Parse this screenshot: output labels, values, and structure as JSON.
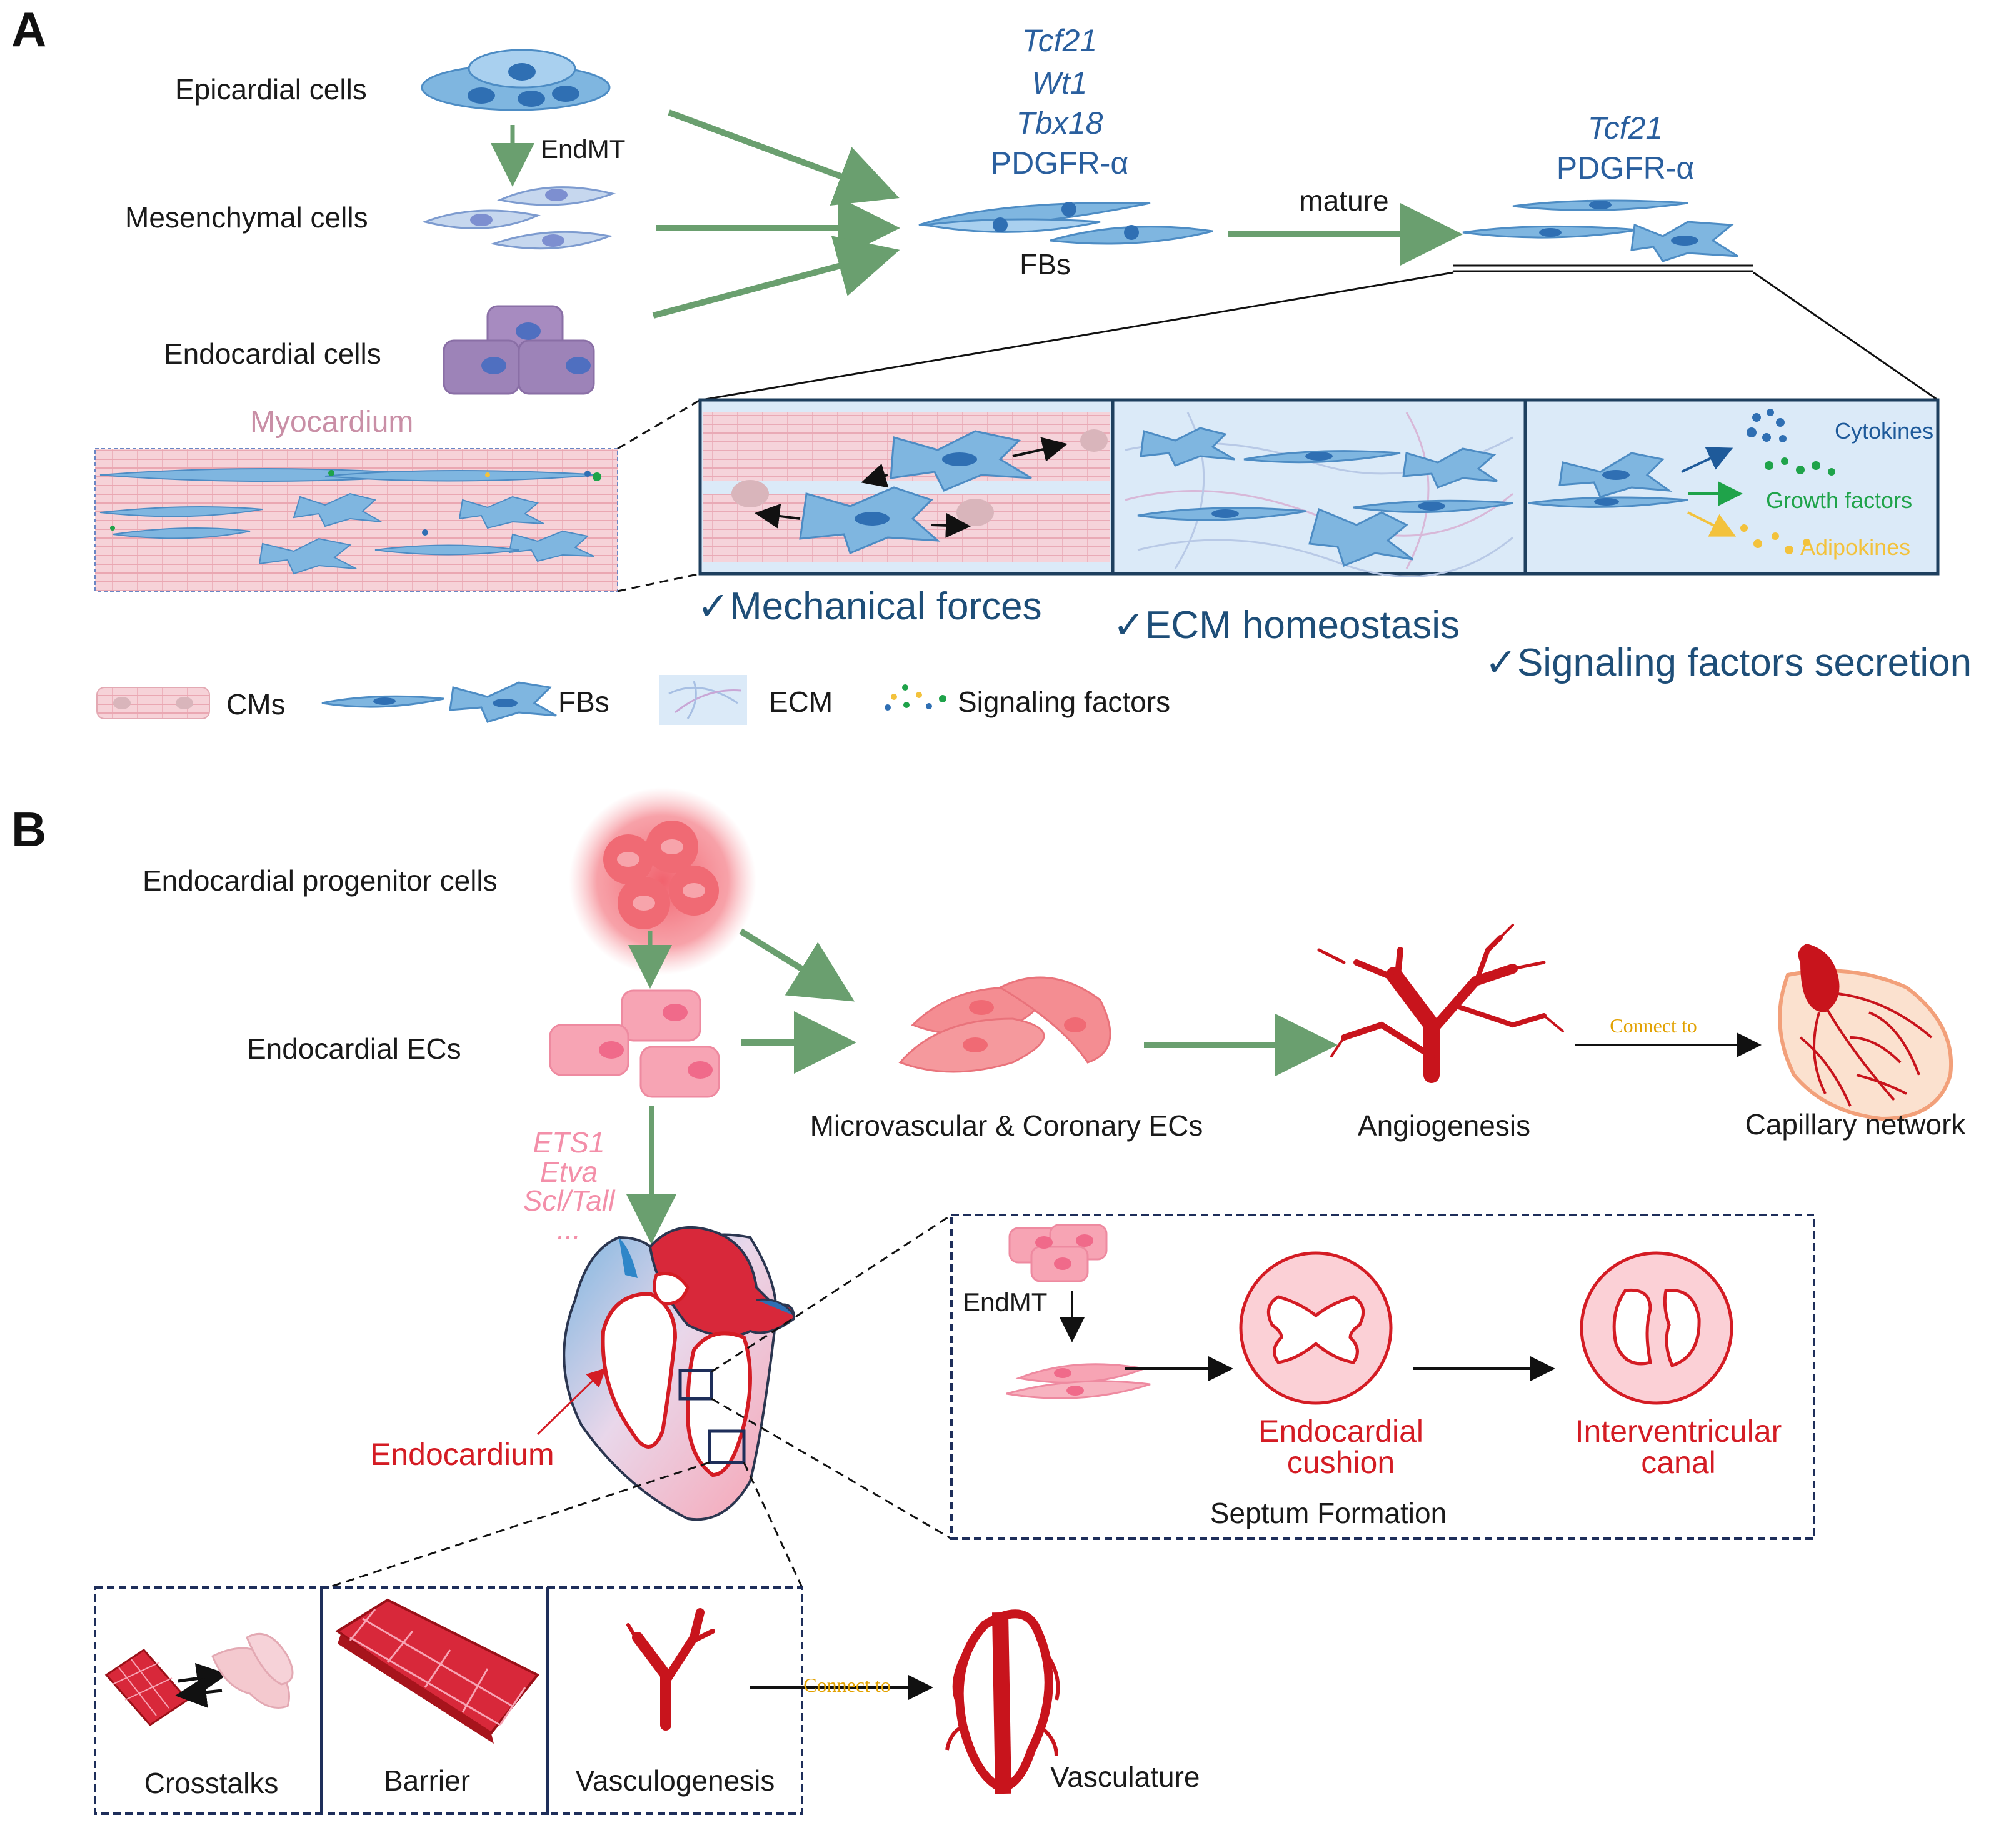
{
  "panel_a": {
    "letter": "A",
    "sources": {
      "epicardial": "Epicardial cells",
      "mesenchymal": "Mesenchymal cells",
      "endocardial": "Endocardial cells",
      "endmt": "EndMT"
    },
    "fb_markers": [
      "Tcf21",
      "Wt1",
      "Tbx18",
      "PDGFR-α"
    ],
    "fbs_label": "FBs",
    "mature_label": "mature",
    "mature_markers": [
      "Tcf21",
      "PDGFR-α"
    ],
    "myocardium_label": "Myocardium",
    "functions": {
      "mechanical": "✓Mechanical   forces",
      "ecm": "✓ECM homeostasis",
      "signaling": "✓Signaling factors secretion"
    },
    "factors": {
      "cytokines": "Cytokines",
      "growth": "Growth factors",
      "adipokines": "Adipokines"
    },
    "legend": {
      "cms": "CMs",
      "fbs": "FBs",
      "ecm": "ECM",
      "signaling": "Signaling factors"
    }
  },
  "panel_b": {
    "letter": "B",
    "progenitor": "Endocardial progenitor cells",
    "endocardial_ecs": "Endocardial ECs",
    "microvascular": "Microvascular & Coronary ECs",
    "angiogenesis": "Angiogenesis",
    "connect_to": "Connect to",
    "capillary": "Capillary network",
    "tf_list": [
      "ETS1",
      "Etva",
      "Scl/Tall",
      "..."
    ],
    "endocardium": "Endocardium",
    "endmt": "EndMT",
    "cushion": [
      "Endocardial",
      "cushion"
    ],
    "canal": [
      "Interventricular",
      "canal"
    ],
    "septum": "Septum Formation",
    "crosstalks": "Crosstalks",
    "barrier": "Barrier",
    "vasculogenesis": "Vasculogenesis",
    "vasculature": "Vasculature"
  },
  "colors": {
    "fb_blue": "#7fb6e0",
    "nucleus_blue": "#2f6fb3",
    "arrow_green": "#6a9f6f",
    "vessel_red": "#c8141c",
    "ec_pink": "#f7a4b4",
    "cm_pink": "#f4c9cf",
    "label_red": "#d41c24",
    "navy_text": "#1e4e78"
  }
}
